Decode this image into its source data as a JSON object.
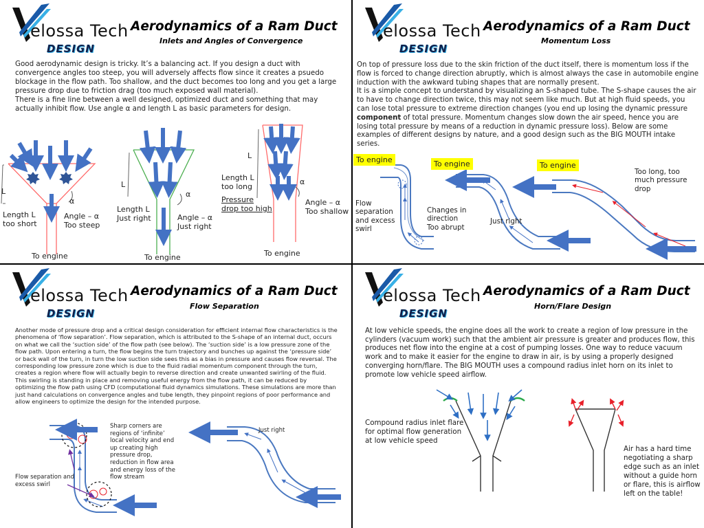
{
  "logo": {
    "brand": "elossa Tech",
    "design": "DESIGN"
  },
  "slides": {
    "inlets": {
      "title": "Aerodynamics of a Ram Duct",
      "subtitle": "Inlets and Angles of Convergence",
      "para1": "Good aerodynamic design is tricky. It’s a balancing act. If you design a duct with convergence angles too steep, you will adversely affects flow since it creates a psuedo blockage in the flow path. Too shallow, and the duct becomes too long and you get a large pressure drop due to friction drag (too much exposed wall material).",
      "para2": "There is a fine line between a well designed, optimized duct and something that may actually inhibit flow. Use angle α and length L as basic parameters for design.",
      "L": "L",
      "alpha": "α",
      "d1_length": "Length L\ntoo short",
      "d1_angle": "Angle – α\nToo steep",
      "d2_length": "Length L\nJust right",
      "d2_angle": "Angle – α\nJust right",
      "d3_length_a": "Length L\ntoo long",
      "d3_length_b": "Pressure\ndrop too high",
      "d3_angle": "Angle – α\nToo shallow",
      "to_engine": "To engine"
    },
    "momentum": {
      "title": "Aerodynamics of a Ram Duct",
      "subtitle": "Momentum Loss",
      "para1": "On top of pressure loss due to the skin friction of the duct itself, there is momentum loss if the flow is forced to change direction abruptly, which is almost always the case in automobile engine induction with the awkward tubing shapes that are normally present.",
      "para2a": "It is a simple concept to understand by visualizing an S-shaped tube. The S-shape causes the air to have to change direction twice, this may not seem like much. But at high fluid speeds, you can lose total pressure to extreme direction changes (you end up losing the dynamic pressure ",
      "para2b": "component",
      "para2c": " of total pressure. Momentum changes slow down the air speed, hence you are losing total pressure by means of a reduction in dynamic pressure loss). Below are some examples  of different designs by nature, and a good design such as the BIG MOUTH intake series.",
      "to_engine": "To engine",
      "flow_sep": "Flow\nseparation\nand excess\nswirl",
      "changes": "Changes in\ndirection\nToo abrupt",
      "just_right": "Just right",
      "too_long": "Too long, too\nmuch pressure\ndrop"
    },
    "separation": {
      "title": "Aerodynamics of a Ram Duct",
      "subtitle": "Flow Separation",
      "para": "Another mode of pressure drop and a critical design consideration for efficient internal flow characteristics is the phenomena of ‘flow separation’. Flow separation, which is attributed to the S-shape of an internal duct, occurs on what we call the ‘suction side’ of the flow path (see below). The ‘suction side’ is a low pressure zone of the flow path. Upon entering a turn, the flow begins the turn trajectory and bunches up against the ‘pressure side’ or back wall of the turn, in turn the low suction side sees this as a bias in pressure and causes flow reversal. The corresponding low pressure zone which is due to the fluid radial momentum component through the turn, creates a region where flow will actually begin to reverse direction and create unwanted swirling of the fluid. This swirling is standing in place and removing useful energy from the flow path, it can be reduced by optimizing the flow path using CFD (computational fluid dynamics simulations. These simulations are more than just hand calculations on convergence angles and tube length, they pinpoint regions of poor performance and allow engineers to optimize the design for the intended purpose.",
      "sharp": "Sharp corners are\nregions of ‘infinite’\nlocal velocity and end\nup creating high\npressure drop,\nreduction in flow area\nand energy loss of the\nflow stream",
      "flow_sep": "Flow separation and\nexcess swirl",
      "just_right": "Just right"
    },
    "horn": {
      "title": "Aerodynamics of a Ram Duct",
      "subtitle": "Horn/Flare Design",
      "para": "At low vehicle speeds, the engine does all the work to create a region of low pressure in the cylinders (vacuum work) such that the ambient air pressure is greater and produces flow, this produces net flow into the engine at a cost of pumping losses. One way to reduce vacuum work and to make it easier for the engine to draw in air, is by using a properly designed converging horn/flare. The BIG MOUTH uses a compound radius inlet horn on its inlet to promote low vehicle speed airflow.",
      "compound": "Compound radius inlet flare\nfor optimal flow generation\nat low vehicle speed",
      "sharp": "Air has a hard time\nnegotiating a sharp\nedge such as an inlet\nwithout a guide horn\nor flare, this is airflow\nleft on the table!"
    }
  },
  "colors": {
    "arrow": "#4472c4",
    "arrowDark": "#2f5597",
    "duct": "#4a78c0",
    "red": "#e8202a",
    "green": "#2aa84a",
    "funnel": "#ff6b6b",
    "highlight": "#ffff00"
  }
}
